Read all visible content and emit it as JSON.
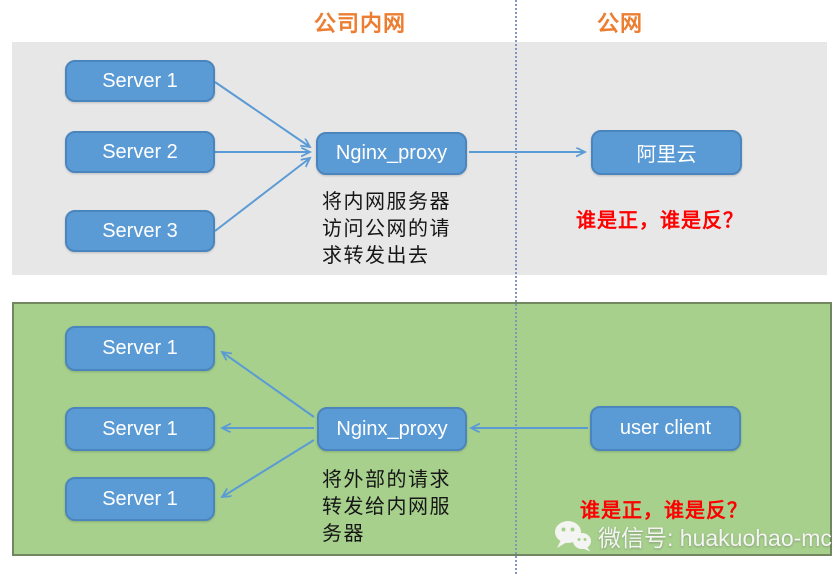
{
  "header": {
    "intranet": "公司内网",
    "public": "公网"
  },
  "top": {
    "servers": [
      "Server 1",
      "Server 2",
      "Server 3"
    ],
    "proxy": "Nginx_proxy",
    "cloud": "阿里云",
    "desc_line1": "将内网服务器",
    "desc_line2": "访问公网的请",
    "desc_line3": "求转发出去",
    "question": "谁是正，谁是反？"
  },
  "bottom": {
    "servers": [
      "Server 1",
      "Server 1",
      "Server 1"
    ],
    "proxy": "Nginx_proxy",
    "client": "user client",
    "desc_line1": "将外部的请求",
    "desc_line2": "转发给内网服",
    "desc_line3": "务器",
    "question": "谁是正，谁是反？"
  },
  "watermark": {
    "icon": "wechat-icon",
    "label": "微信号: huakuohao-mc"
  },
  "colors": {
    "box_fill": "#5B9BD5",
    "box_border": "#4B85BD",
    "panel_gray": "#E8E7E7",
    "panel_green": "#A6D08C",
    "green_border": "#72875F",
    "header_orange": "#ED7D31",
    "question_red": "#FF0000",
    "arrow_blue": "#5B9BD5",
    "divider_blue_gray": "#7E99BC"
  }
}
